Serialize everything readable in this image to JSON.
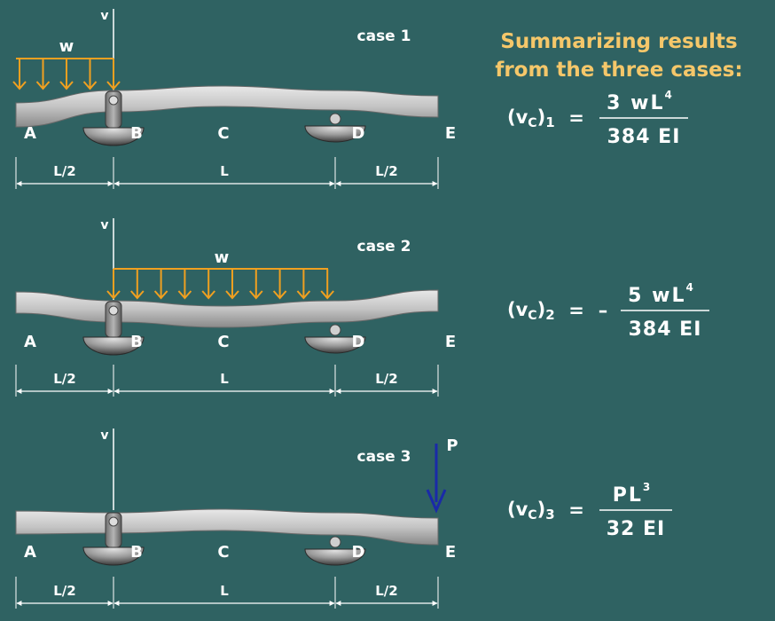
{
  "title_lines": [
    "Summarizing results",
    "from the three cases:"
  ],
  "axis_label": "v",
  "load_labels": {
    "distributed": "w",
    "point": "P"
  },
  "point_labels": [
    "A",
    "B",
    "C",
    "D",
    "E"
  ],
  "dimension_labels": [
    "L/2",
    "L",
    "L/2"
  ],
  "cases": [
    {
      "label": "case 1",
      "subscript": "1",
      "sign": "",
      "numerator_coef": "3",
      "numerator_load": "w",
      "numerator_power": "4",
      "denominator": "384 EI"
    },
    {
      "label": "case 2",
      "subscript": "2",
      "sign": "–",
      "numerator_coef": "5",
      "numerator_load": "w",
      "numerator_power": "4",
      "denominator": "384 EI"
    },
    {
      "label": "case 3",
      "subscript": "3",
      "sign": "",
      "numerator_coef": "",
      "numerator_load": "P",
      "numerator_power": "3",
      "denominator": "32 EI"
    }
  ],
  "equation_prefix": "(v",
  "equation_sub_c": "C",
  "equation_close": ")",
  "equation_equals": "=",
  "numerator_L": "L",
  "colors": {
    "background": "#2f6262",
    "title": "#f5c76a",
    "load": "#f0a020",
    "point_load": "#1a2aa8",
    "beam": "#c8c8c8",
    "text": "#ffffff"
  }
}
